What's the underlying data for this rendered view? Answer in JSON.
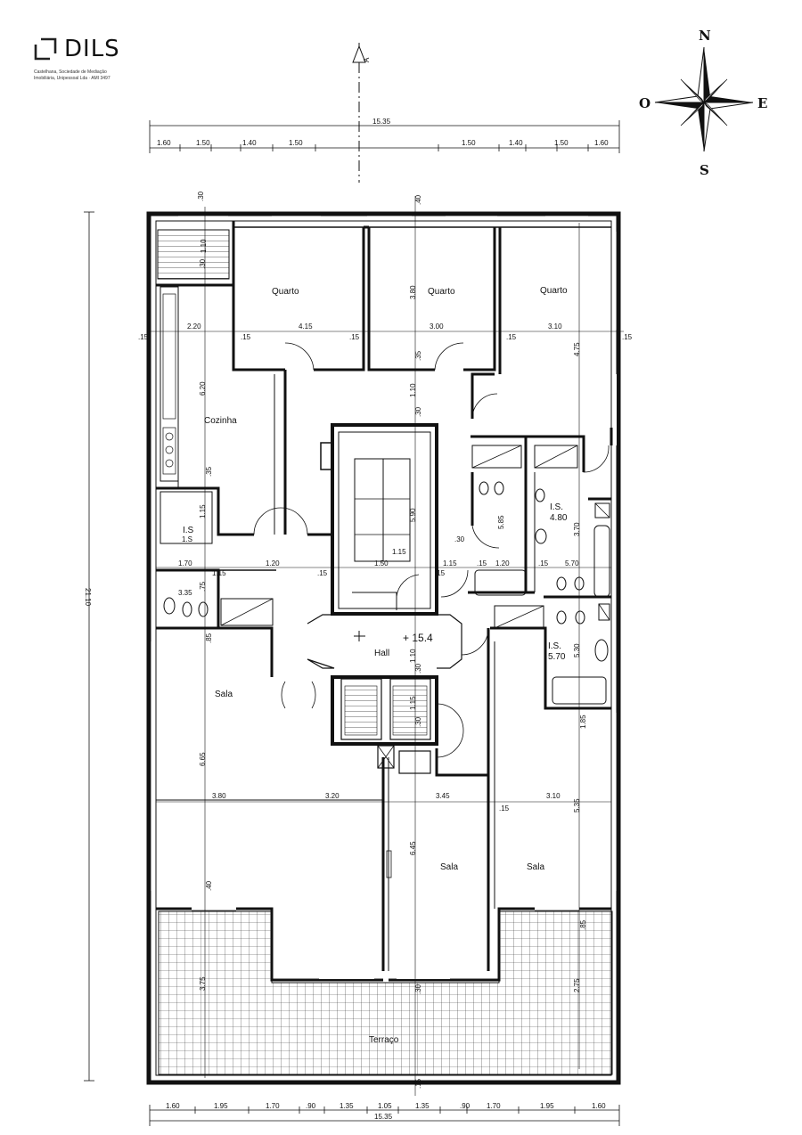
{
  "brand": {
    "name": "DILS",
    "subtitle_line1": "Castelhana, Sociedade de Mediação",
    "subtitle_line2": "Imobiliária, Unipessoal Lda · AMI 3497"
  },
  "compass": {
    "north": "N",
    "south": "S",
    "east": "E",
    "west": "O"
  },
  "section_marker": "A",
  "rooms": {
    "quarto_1": "Quarto",
    "quarto_2": "Quarto",
    "quarto_3": "Quarto",
    "cozinha": "Cozinha",
    "is_small": "I.S",
    "is_2": "I.S.",
    "is_2_area": "4.80",
    "is_3": "I.S.",
    "is_3_area": "5.70",
    "sala_1": "Sala",
    "sala_2": "Sala",
    "sala_3": "Sala",
    "hall": "Hall",
    "hall_level": "+ 15.4",
    "terraco": "Terraço"
  },
  "dims_top_total": "15.35",
  "dims_top_segments": [
    "1.60",
    "1.50",
    "1.40",
    "1.50",
    "1.50",
    "1.40",
    "1.50",
    "1.60"
  ],
  "dims_bottom_segments": [
    "1.60",
    "1.95",
    "1.70",
    ".90",
    "1.35",
    "1.05",
    "1.35",
    ".90",
    "1.70",
    "1.95",
    "1.60"
  ],
  "dims_bottom_total": "15.35",
  "dim_left_total": "21.10",
  "dims_interior": {
    "quarto_row": [
      ".15",
      "2.20",
      "4.15",
      ".15",
      "3.00",
      "3.10",
      ".15",
      ".15",
      ".15"
    ],
    "mid_row": [
      "1.70",
      "1.15",
      "1.20",
      ".15",
      "1.50",
      "1.15",
      ".15",
      "1.20",
      ".15",
      "5.70"
    ],
    "sala_row": [
      "3.80",
      "3.20",
      "3.45",
      ".15",
      "3.10"
    ],
    "vertical_a": [
      ".30",
      "1.10",
      ".30",
      "6.20",
      ".35",
      "1.15",
      "3.35",
      ".85",
      "6.65",
      ".40",
      "3.75"
    ],
    "vertical_b": [
      ".40",
      "3.80",
      ".35",
      "1.10",
      ".30",
      "5.90",
      "1.10",
      ".30",
      "1.15",
      ".30",
      "6.45",
      ".30",
      ".15"
    ],
    "vertical_c": [
      "4.75",
      "3.70",
      "5.30",
      "1.85",
      "5.35",
      ".85",
      "2.75"
    ],
    "misc": [
      ".30",
      "5.85",
      "1.15",
      ".75",
      ".15",
      "1.S"
    ]
  }
}
